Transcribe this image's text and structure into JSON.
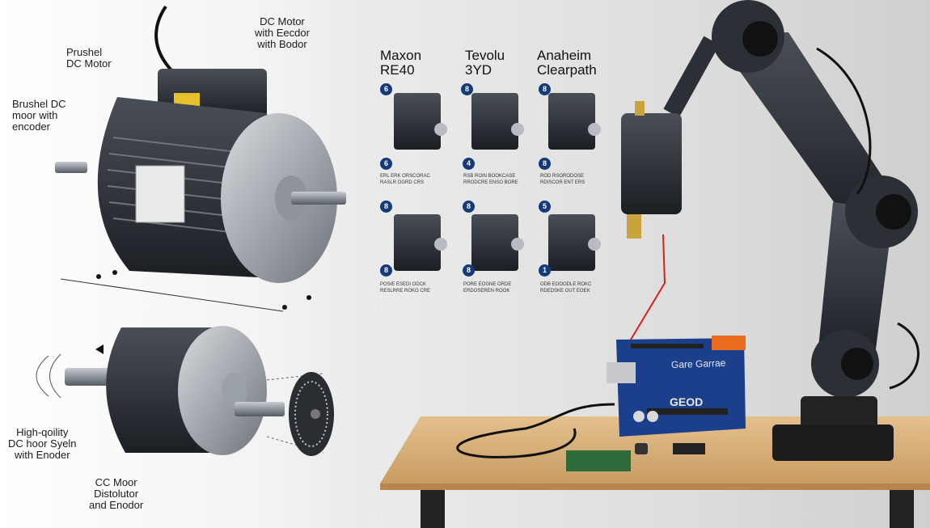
{
  "left_labels": {
    "brushed_dc_motor": "Prushel\nDC Motor",
    "brushed_dc_with_encoder": "Brushel DC\nmoor with\nencoder",
    "dc_motor_with_encoder": "DC Motor\nwith Eecdor\nwith Bodor",
    "high_quality_system": "High-qoility\nDC hoor Syeln\nwith Enoder",
    "cc_motor_distributor": "CC Moor\nDistolutor\nand Enodor"
  },
  "columns": [
    {
      "header": "Maxon\nRE40",
      "badges": [
        "6",
        "6",
        "8",
        "8"
      ],
      "captions": [
        "ERL ERK ORSCORAC\nRASLR OGRD CRS",
        "POSIE ESEDI ODCK\nRESLRRE ROKO CRE"
      ]
    },
    {
      "header": "Tevolu\n3YD",
      "badges": [
        "8",
        "4",
        "8",
        "8"
      ],
      "captions": [
        "RSB ROIN BOOKCASE\nRRODCRE ENSO BORE",
        "PORE EOGNE ORDE\nERDOSEREN ROOK"
      ]
    },
    {
      "header": "Anaheim\nClearpath",
      "badges": [
        "8",
        "8",
        "5",
        "1"
      ],
      "captions": [
        "ROD RSORODOSE\nRDISCOR ENT ERS",
        "ODB EOOODLE ROKC\nRDEDSKE OUT EOEK"
      ]
    }
  ],
  "arduino": {
    "board_text": "Gare Garrae",
    "logo_text": "GEOD"
  },
  "colors": {
    "badge": "#143a7a",
    "desk": "#d8b27e",
    "motor_dark": "#2b2f36",
    "motor_silver": "#9aa0a8",
    "board": "#1c3f8c"
  }
}
